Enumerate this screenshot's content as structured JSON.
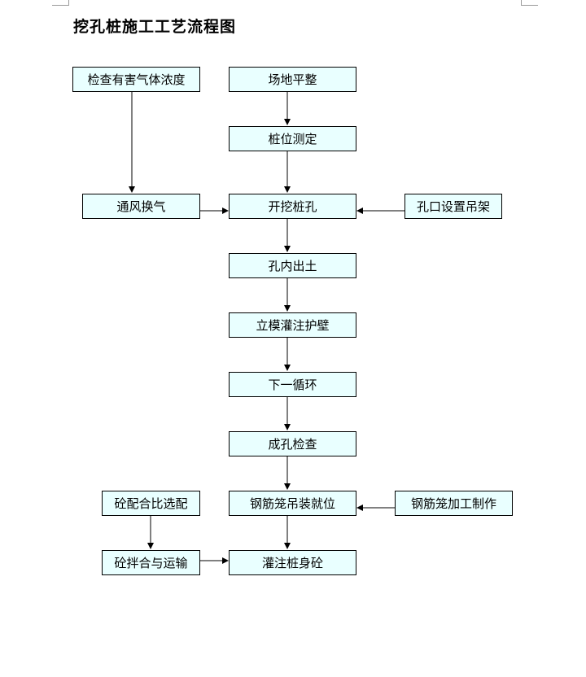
{
  "title": "挖孔桩施工工艺流程图",
  "steps": {
    "gas_check": "检查有害气体浓度",
    "site_level": "场地平整",
    "pile_position": "桩位测定",
    "ventilation": "通风换气",
    "excavate": "开挖桩孔",
    "hoist_frame": "孔口设置吊架",
    "soil_out": "孔内出土",
    "formwork_wall": "立模灌注护壁",
    "next_cycle": "下一循环",
    "hole_check": "成孔检查",
    "cage_install": "钢筋笼吊装就位",
    "cage_make": "钢筋笼加工制作",
    "mix_design": "砼配合比选配",
    "mix_transport": "砼拌合与运输",
    "pour_pile": "灌注桩身砼"
  }
}
